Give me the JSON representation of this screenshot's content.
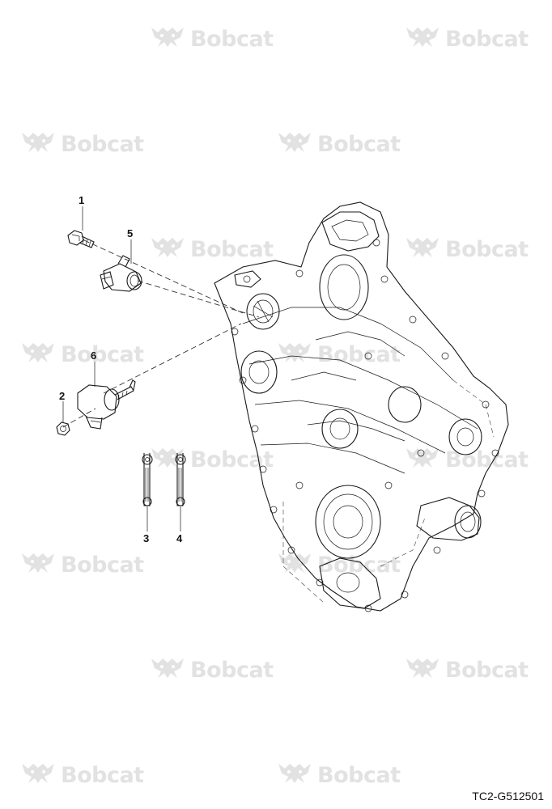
{
  "watermark": {
    "text": "Bobcat",
    "icon": "bobcat-logo-icon",
    "color": "#e2e2e2"
  },
  "callouts": [
    {
      "number": "1"
    },
    {
      "number": "2"
    },
    {
      "number": "3"
    },
    {
      "number": "4"
    },
    {
      "number": "5"
    },
    {
      "number": "6"
    }
  ],
  "figure_id": "TC2-G512501"
}
